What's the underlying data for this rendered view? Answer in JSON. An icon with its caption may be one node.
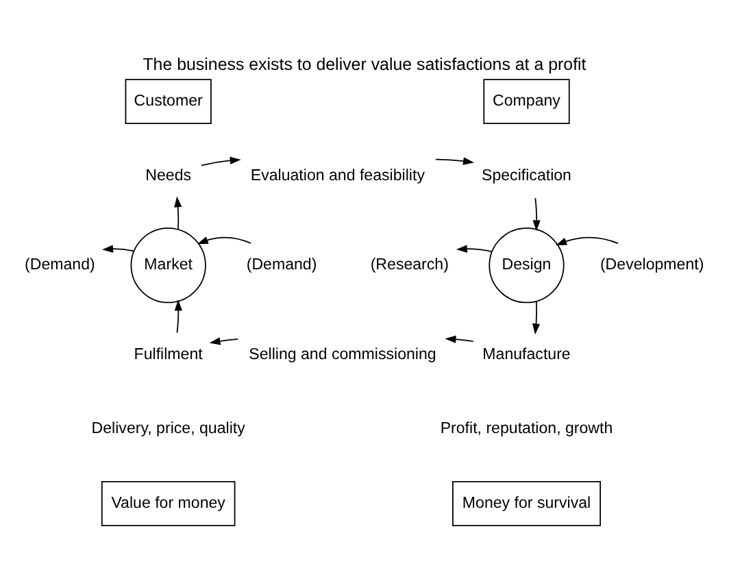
{
  "diagram": {
    "title": "The business exists to deliver value satisfactions at a profit",
    "nodes": [
      {
        "text": [
          "Customer"
        ]
      },
      {
        "text": [
          "Company"
        ]
      },
      {
        "text": [
          "Needs"
        ]
      },
      {
        "text": [
          "Evaluation and feasibility"
        ]
      },
      {
        "text": [
          "Specification"
        ]
      },
      {
        "text": [
          "(Demand)"
        ]
      },
      {
        "text": [
          "Market"
        ]
      },
      {
        "text": [
          "(Demand)"
        ]
      },
      {
        "text": [
          "(Research)"
        ]
      },
      {
        "text": [
          "Design"
        ]
      },
      {
        "text": [
          "(Development)"
        ]
      },
      {
        "text": [
          "Fulfilment"
        ]
      },
      {
        "text": [
          "Selling and commissioning"
        ]
      },
      {
        "text": [
          "Manufacture"
        ]
      },
      {
        "text": [
          "Value for money"
        ]
      },
      {
        "text": [
          "Money for survival"
        ]
      }
    ],
    "edges": [
      {
        "from": 2,
        "to": 3,
        "arrow": "to"
      },
      {
        "from": 3,
        "to": 4,
        "arrow": "to"
      },
      {
        "from": 4,
        "to": 9,
        "arrow": "to"
      },
      {
        "from": 9,
        "to": 13,
        "arrow": "to"
      },
      {
        "from": 13,
        "to": 12,
        "arrow": "to"
      },
      {
        "from": 12,
        "to": 11,
        "arrow": "to"
      },
      {
        "from": 11,
        "to": 6,
        "arrow": "to"
      },
      {
        "from": 6,
        "to": 2,
        "arrow": "to"
      },
      {
        "from": 6,
        "to": 5,
        "arrow": "to"
      },
      {
        "from": 7,
        "to": 6,
        "arrow": "to"
      },
      {
        "from": 9,
        "to": 8,
        "arrow": "to"
      },
      {
        "from": 10,
        "to": 9,
        "arrow": "to"
      }
    ],
    "labels": [
      "Delivery, price, quality",
      "Profit, reputation, growth"
    ]
  }
}
